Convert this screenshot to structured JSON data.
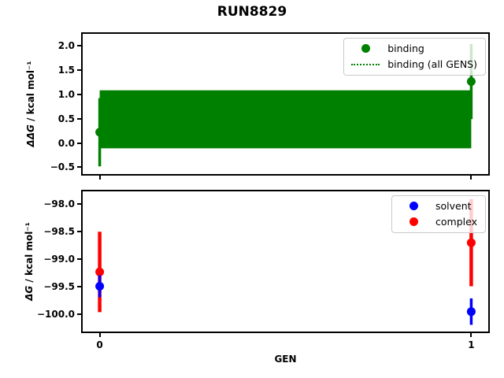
{
  "title": "RUN8829",
  "top_plot": {
    "ylabel_math": "ΔΔG",
    "ylabel_rest": " / kcal mol⁻¹",
    "legend_entries": [
      "binding",
      "binding (all GENS)"
    ]
  },
  "bottom_plot": {
    "ylabel_math": "ΔG",
    "ylabel_rest": " / kcal mol⁻¹",
    "xlabel": "GEN",
    "legend_entries": [
      "solvent",
      "complex"
    ]
  },
  "chart_data": [
    {
      "type": "scatter",
      "subplot": "top",
      "title": "RUN8829",
      "ylabel": "ΔΔG / kcal mol⁻¹",
      "xlabel": "",
      "xlim": [
        -0.05,
        1.05
      ],
      "ylim": [
        -0.67,
        2.27
      ],
      "grid": false,
      "legend_position": "upper right",
      "x_tick_labels_visible": false,
      "xticks": [
        {
          "label": "0",
          "value": 0
        },
        {
          "label": "1",
          "value": 1
        }
      ],
      "yticks": [
        {
          "label": "2.0",
          "value": 2.0
        },
        {
          "label": "1.5",
          "value": 1.5
        },
        {
          "label": "1.0",
          "value": 1.0
        },
        {
          "label": "0.5",
          "value": 0.5
        },
        {
          "label": "0.0",
          "value": 0.0
        },
        {
          "label": "−0.5",
          "value": -0.5
        }
      ],
      "series": [
        {
          "name": "binding",
          "color": "#008000",
          "marker": "circle",
          "marker_radius": 5.5,
          "errorbar_width": 3.5,
          "x": [
            0,
            1
          ],
          "y": [
            0.22,
            1.26
          ],
          "yerr": [
            0.7,
            0.77
          ]
        }
      ],
      "band": {
        "name": "binding (all GENS)",
        "color": "#008000",
        "line_style": "dotted",
        "x": [
          0,
          1
        ],
        "y_low": -0.11,
        "y_high": 1.08
      }
    },
    {
      "type": "scatter",
      "subplot": "bottom",
      "ylabel": "ΔG / kcal mol⁻¹",
      "xlabel": "GEN",
      "xlim": [
        -0.05,
        1.05
      ],
      "ylim": [
        -100.35,
        -97.75
      ],
      "grid": false,
      "legend_position": "upper right",
      "x_tick_labels_visible": true,
      "xticks": [
        {
          "label": "0",
          "value": 0
        },
        {
          "label": "1",
          "value": 1
        }
      ],
      "yticks": [
        {
          "label": "−98.0",
          "value": -98.0
        },
        {
          "label": "−98.5",
          "value": -98.5
        },
        {
          "label": "−99.0",
          "value": -99.0
        },
        {
          "label": "−99.5",
          "value": -99.5
        },
        {
          "label": "−100.0",
          "value": -100.0
        }
      ],
      "series": [
        {
          "name": "solvent",
          "color": "#0000ff",
          "marker": "circle",
          "marker_radius": 5.5,
          "errorbar_width": 3.5,
          "x": [
            0,
            1
          ],
          "y": [
            -99.5,
            -99.96
          ],
          "yerr": [
            0.2,
            0.24
          ]
        },
        {
          "name": "complex",
          "color": "#ff0000",
          "marker": "circle",
          "marker_radius": 5.5,
          "errorbar_width": 4.5,
          "x": [
            0,
            1
          ],
          "y": [
            -99.24,
            -98.71
          ],
          "yerr": [
            0.73,
            0.79
          ]
        }
      ]
    }
  ]
}
